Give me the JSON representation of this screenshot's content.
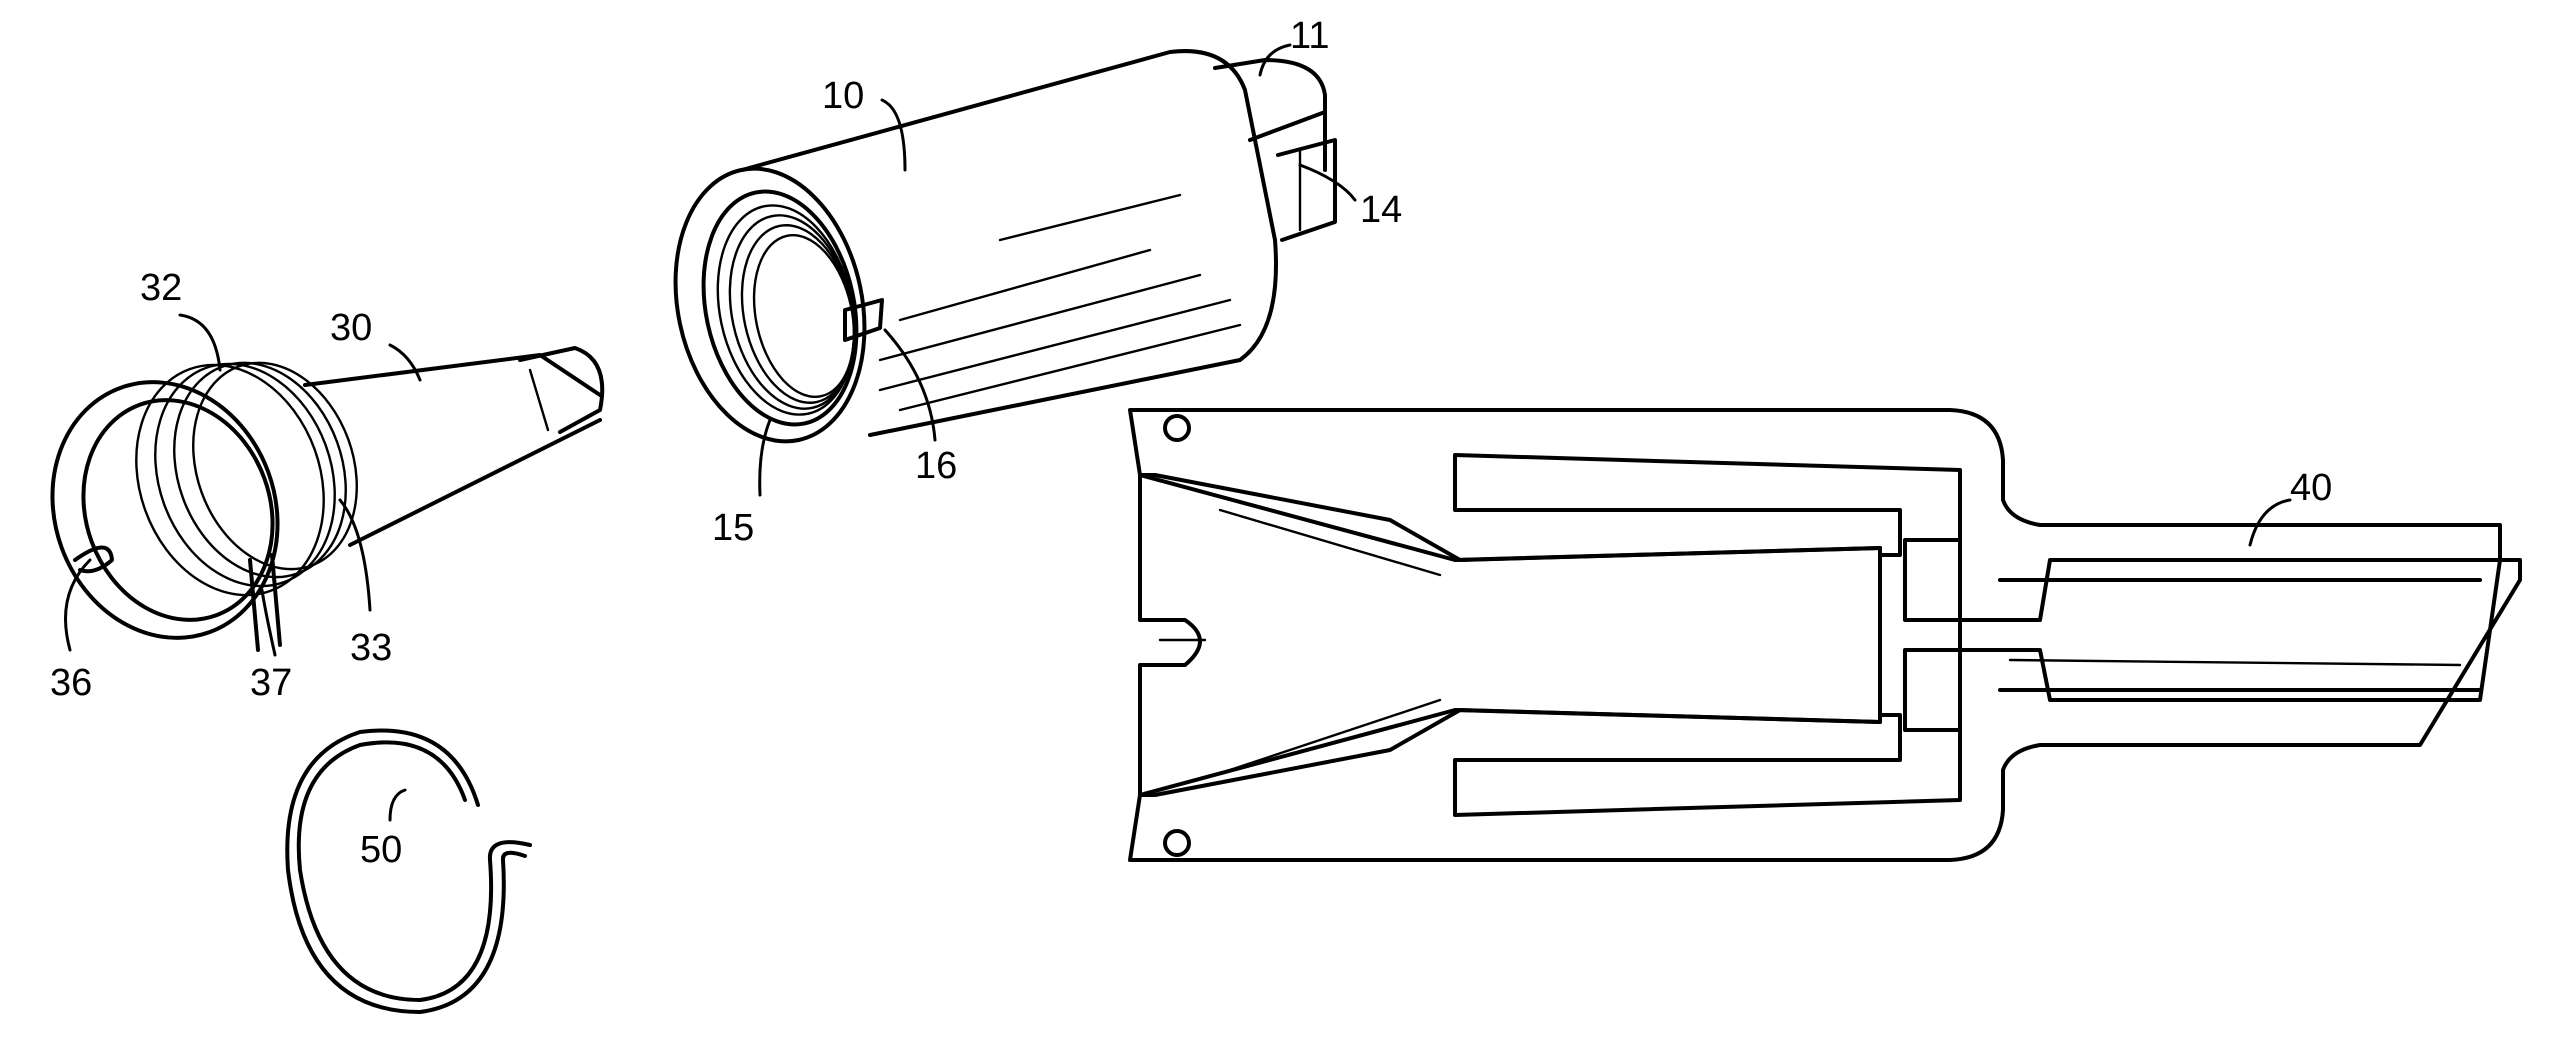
{
  "figure": {
    "reference_numerals": {
      "coupling_body": "10",
      "coupling_end": "11",
      "hex_flat": "14",
      "inner_thread": "15",
      "slot": "16",
      "nozzle_insert": "30",
      "outer_thread": "32",
      "thread_region": "33",
      "ring_end": "36",
      "insert_slot": "37",
      "barrel": "40",
      "retaining_ring": "50"
    }
  }
}
